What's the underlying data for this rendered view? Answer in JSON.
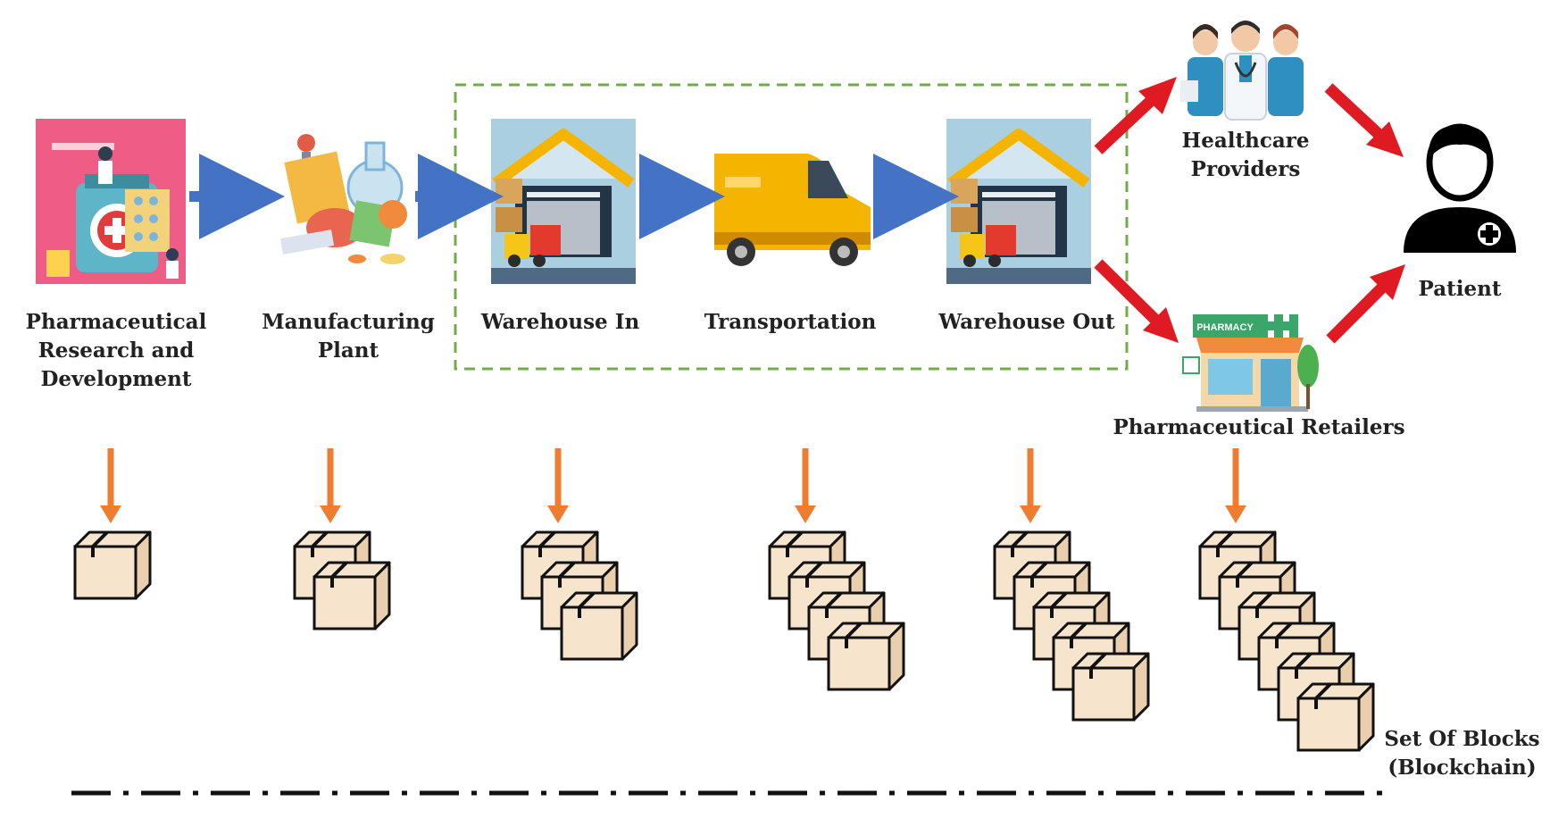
{
  "colors": {
    "flow_arrow": "#4472c4",
    "distribution_arrow": "#e01a22",
    "block_arrow": "#ed7d31",
    "box_fill": "#f7e4cc",
    "box_stroke": "#111111",
    "dashed_boundary": "#70ad47",
    "timeline": "#111111"
  },
  "stages": {
    "research": {
      "lines": [
        "Pharmaceutical",
        "Research and",
        "Development"
      ],
      "blocks": 1,
      "icon": "research-lab-illustration"
    },
    "manufacturing": {
      "lines": [
        "Manufacturing",
        "Plant"
      ],
      "blocks": 2,
      "icon": "factory-illustration"
    },
    "warehouse_in": {
      "lines": [
        "Warehouse In"
      ],
      "blocks": 3,
      "icon": "warehouse-illustration"
    },
    "transportation": {
      "lines": [
        "Transportation"
      ],
      "blocks": 4,
      "icon": "delivery-van-illustration"
    },
    "warehouse_out": {
      "lines": [
        "Warehouse Out"
      ],
      "blocks": 5,
      "icon": "warehouse-illustration"
    },
    "retailers": {
      "lines": [
        "Pharmaceutical Retailers"
      ],
      "blocks": 6,
      "icon": "pharmacy-storefront-illustration"
    }
  },
  "healthcare": {
    "lines": [
      "Healthcare",
      "Providers"
    ],
    "icon": "doctors-group-illustration"
  },
  "patient": {
    "lines": [
      "Patient"
    ],
    "icon": "patient-icon"
  },
  "pharmacy_sign": "PHARMACY",
  "blockchain": {
    "lines": [
      "Set Of Blocks",
      "(Blockchain)"
    ]
  }
}
